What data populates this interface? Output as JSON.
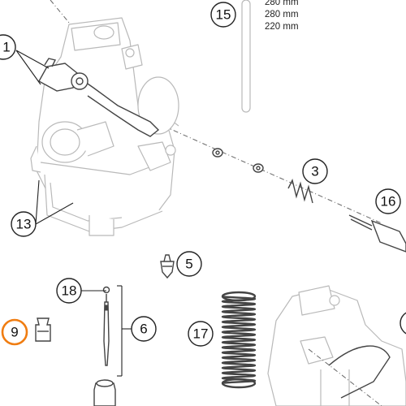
{
  "callouts": {
    "c1": "1",
    "c3": "3",
    "c5": "5",
    "c6": "6",
    "c9": "9",
    "c13": "13",
    "c15": "15",
    "c16": "16",
    "c17": "17",
    "c18": "18"
  },
  "specs": [
    "280 mm",
    "280 mm",
    "220 mm"
  ],
  "highlight_color": "#f07d12",
  "highlighted_callout": "9"
}
